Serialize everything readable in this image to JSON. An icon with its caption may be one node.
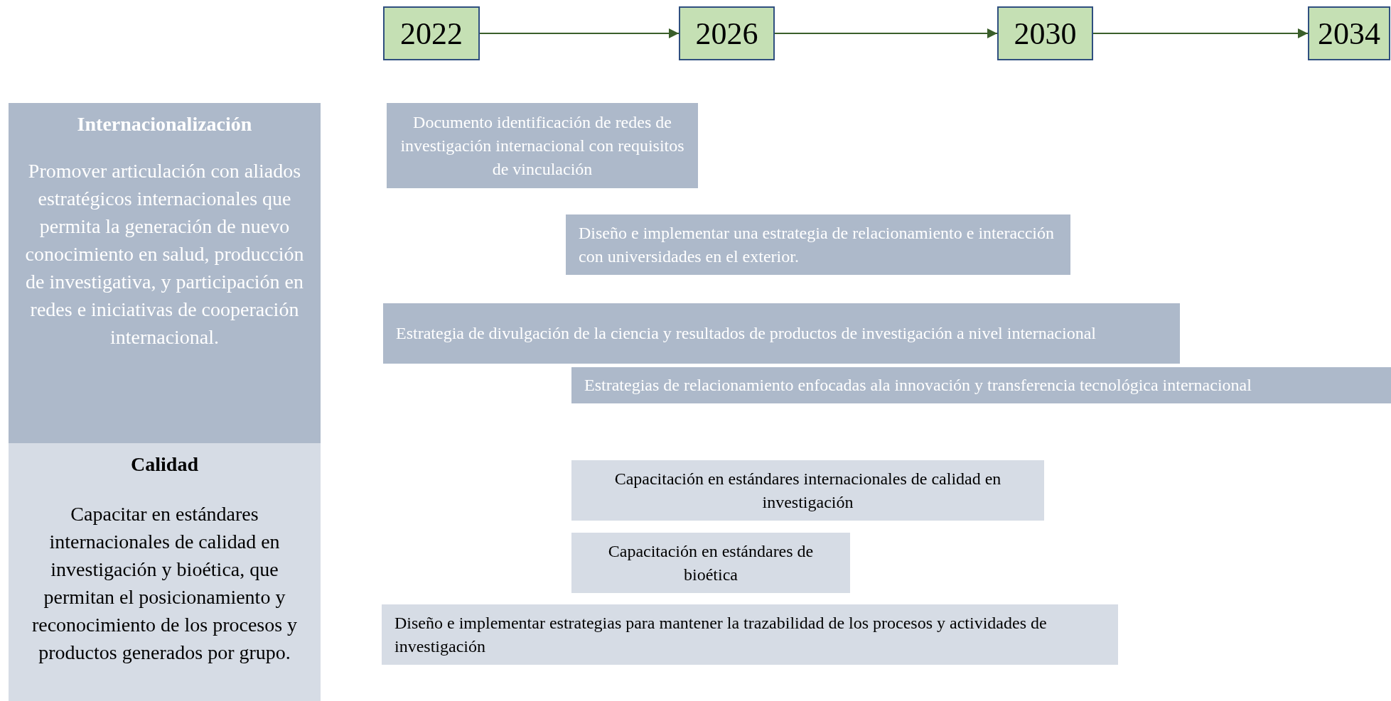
{
  "diagram": {
    "nodes": [
      {
        "text": [
          "2022"
        ]
      },
      {
        "text": [
          "2026"
        ]
      },
      {
        "text": [
          "2030"
        ]
      },
      {
        "text": [
          "2034"
        ]
      },
      {
        "text": [
          "Internacionalización",
          "Promover articulación con aliados estratégicos internacionales que permita la generación de nuevo conocimiento en salud, producción de investigativa, y participación en redes e iniciativas de cooperación internacional."
        ]
      },
      {
        "text": [
          "Calidad",
          "Capacitar en estándares internacionales de calidad en investigación y bioética, que permitan el posicionamiento y reconocimiento de los procesos y productos generados por grupo."
        ]
      },
      {
        "text": [
          "Documento identificación de redes de investigación internacional con requisitos de vinculación"
        ]
      },
      {
        "text": [
          "Diseño e implementar una estrategia de relacionamiento e interacción con universidades en el exterior."
        ]
      },
      {
        "text": [
          "Estrategia de divulgación de la ciencia y resultados de productos de investigación a nivel internacional"
        ]
      },
      {
        "text": [
          "Estrategias de relacionamiento enfocadas ala innovación y transferencia tecnológica internacional"
        ]
      },
      {
        "text": [
          "Capacitación en estándares internacionales de calidad en investigación"
        ]
      },
      {
        "text": [
          "Capacitación en estándares de bioética"
        ]
      },
      {
        "text": [
          "Diseño e implementar estrategias para mantener la trazabilidad de los procesos y actividades de investigación"
        ]
      }
    ],
    "edges": [
      {
        "from": 0,
        "to": 1,
        "arrow": "to"
      },
      {
        "from": 1,
        "to": 2,
        "arrow": "to"
      },
      {
        "from": 2,
        "to": 3,
        "arrow": "to"
      }
    ]
  }
}
